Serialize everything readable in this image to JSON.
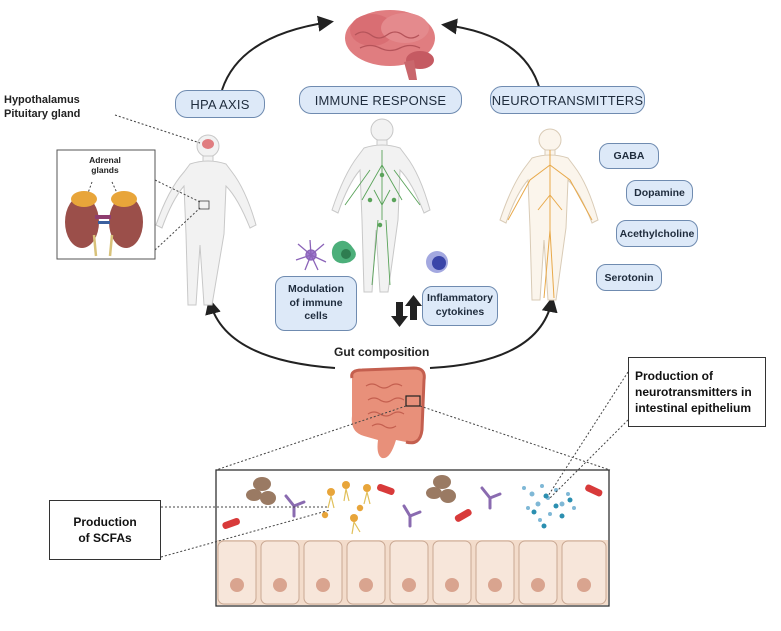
{
  "axes": {
    "hpa": "HPA AXIS",
    "immune": "IMMUNE RESPONSE",
    "neuro": "NEUROTRANSMITTERS"
  },
  "hypothalamus_label": "Hypothalamus",
  "pituitary_label": "Pituitary gland",
  "adrenal_label_line1": "Adrenal",
  "adrenal_label_line2": "glands",
  "neurotransmitters": [
    "GABA",
    "Dopamine",
    "Acethylcholine",
    "Serotonin"
  ],
  "modulation_line1": "Modulation",
  "modulation_line2": "of immune",
  "modulation_line3": "cells",
  "inflammatory_line1": "Inflammatory",
  "inflammatory_line2": "cytokines",
  "gut_composition": "Gut composition",
  "production_neuro_line1": "Production of",
  "production_neuro_line2": "neurotransmitters in",
  "production_neuro_line3": "intestinal epithelium",
  "production_scfa_line1": "Production",
  "production_scfa_line2": "of SCFAs",
  "colors": {
    "pill_fill": "#dde9f8",
    "pill_stroke": "#6f8bb0",
    "brain": "#e07d80",
    "gut": "#e8907a",
    "epithelium": "#f3dccb",
    "neuron": "#e8a94a",
    "lymph": "#5aa35a"
  }
}
